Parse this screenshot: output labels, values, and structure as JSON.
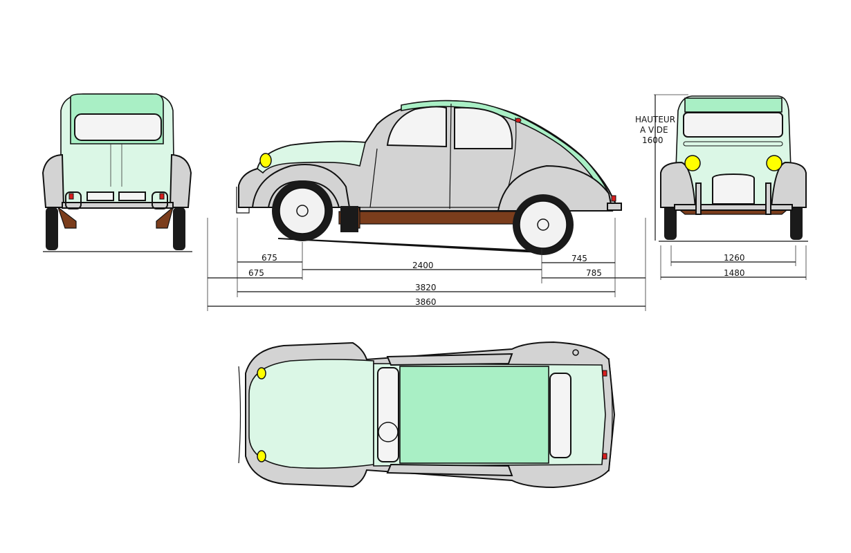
{
  "diagram": {
    "subject": "car-blueprint",
    "views": [
      "rear",
      "side",
      "front",
      "top"
    ],
    "colors": {
      "body": "#d3d3d3",
      "roof": "#a9efc5",
      "panels": "#dbf7e6",
      "chassis": "#7b3d1c",
      "headlamps": "#ffff00",
      "tail_lamps": "#d81e1e"
    },
    "side_dimensions": {
      "front_overhang_top": "675",
      "front_overhang_bottom": "675",
      "wheelbase": "2400",
      "rear_overhang_top": "745",
      "rear_overhang_bottom": "785",
      "length_body": "3820",
      "length_overall": "3860"
    },
    "front_dimensions": {
      "height_label_1": "HAUTEUR",
      "height_label_2": "A VIDE",
      "height_value": "1600",
      "track": "1260",
      "width": "1480"
    }
  }
}
